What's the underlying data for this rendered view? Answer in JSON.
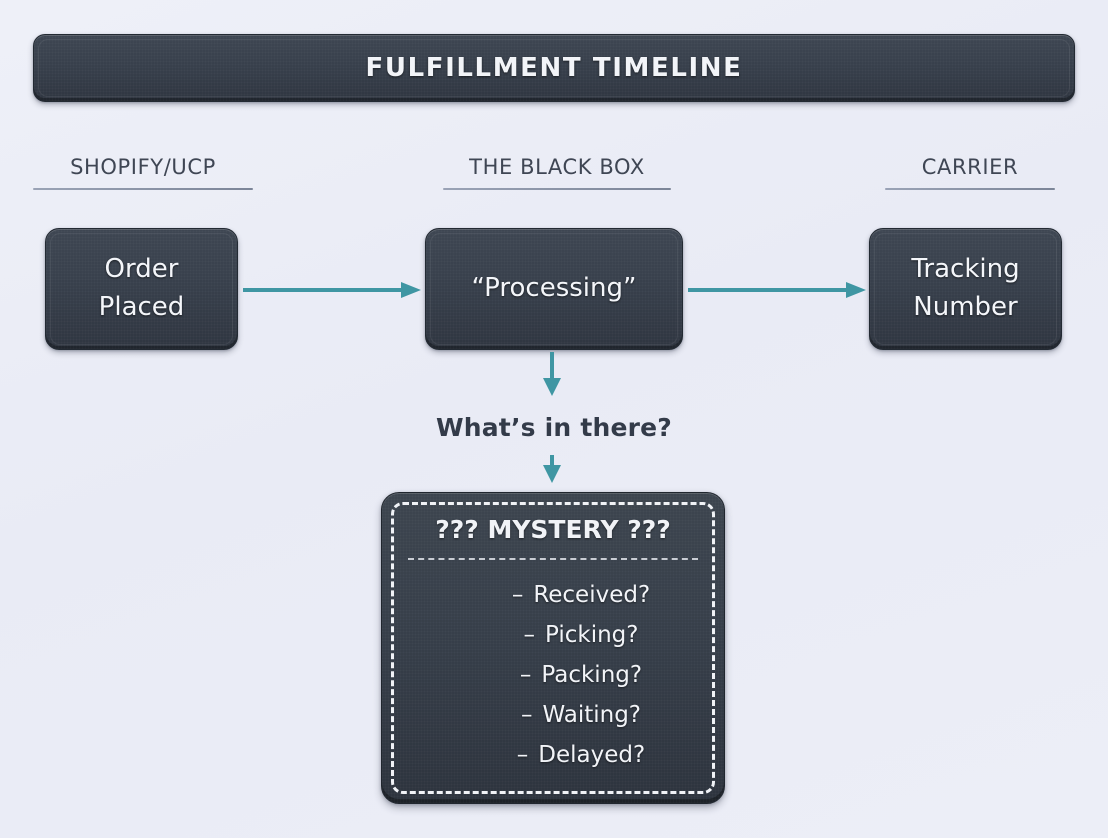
{
  "banner": {
    "title": "FULFILLMENT TIMELINE"
  },
  "columns": [
    {
      "id": "shopify",
      "label": "SHOPIFY/UCP"
    },
    {
      "id": "blackbox",
      "label": "THE BLACK BOX"
    },
    {
      "id": "carrier",
      "label": "CARRIER"
    }
  ],
  "stages": [
    {
      "id": "order",
      "line1": "Order",
      "line2": "Placed"
    },
    {
      "id": "processing",
      "line1": "“Processing”",
      "line2": ""
    },
    {
      "id": "tracking",
      "line1": "Tracking",
      "line2": "Number"
    }
  ],
  "caption": "What’s in there?",
  "mystery": {
    "title": "??? MYSTERY ???",
    "items": [
      "Received?",
      "Picking?",
      "Packing?",
      "Waiting?",
      "Delayed?"
    ],
    "bullet": "–"
  },
  "arrows": {
    "order_to_processing": "arrow-right",
    "processing_to_tracking": "arrow-right",
    "processing_to_caption": "arrow-down",
    "caption_to_mystery": "arrow-down"
  },
  "colors": {
    "background": "#eceef7",
    "plaque": "#39414d",
    "plaque_border": "#232a33",
    "text_light": "#f2f4f8",
    "heading": "#3f4654",
    "arrow": "#3f96a3",
    "dashed_border": "#f0f2f6"
  }
}
